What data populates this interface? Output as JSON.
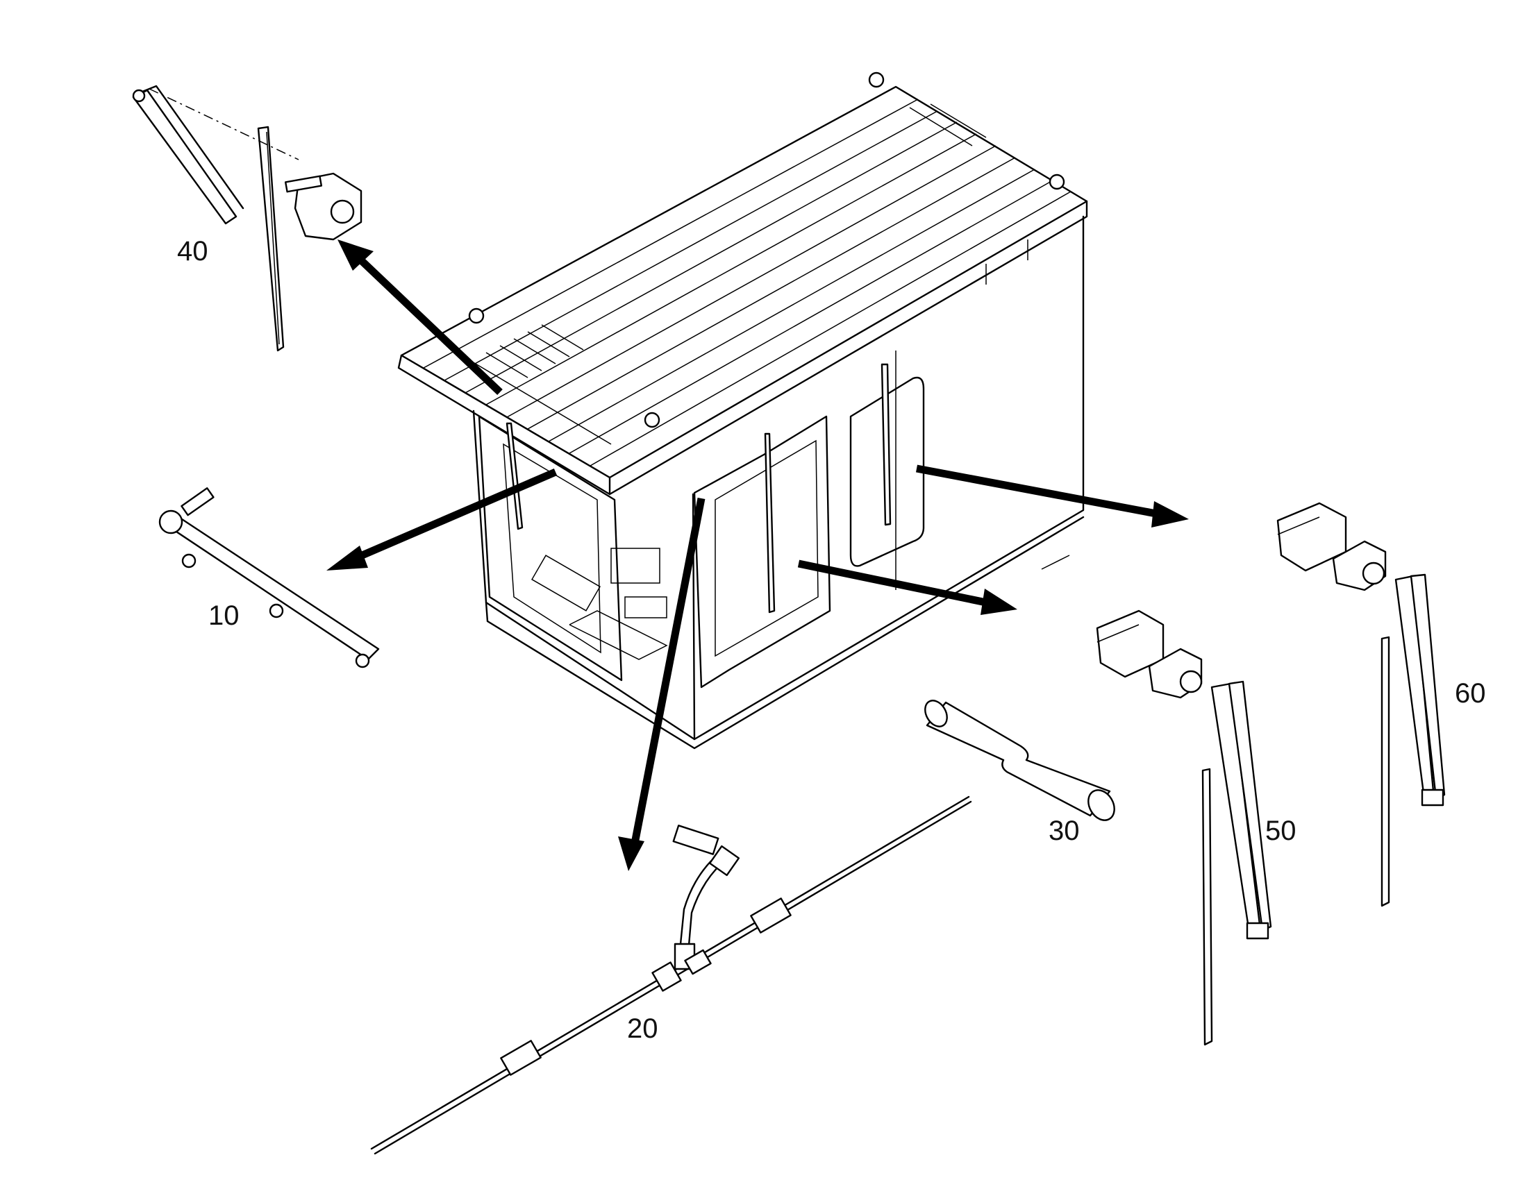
{
  "diagram": {
    "parts": [
      {
        "id": "washer-nozzle-rail",
        "label": "10"
      },
      {
        "id": "washer-hose-assembly",
        "label": "20"
      },
      {
        "id": "hose-section",
        "label": "30"
      },
      {
        "id": "front-wiper-assembly",
        "label": "40"
      },
      {
        "id": "side-wiper-assembly-left",
        "label": "50"
      },
      {
        "id": "side-wiper-assembly-right",
        "label": "60"
      }
    ],
    "line_color": "#000000",
    "background_color": "#ffffff"
  }
}
